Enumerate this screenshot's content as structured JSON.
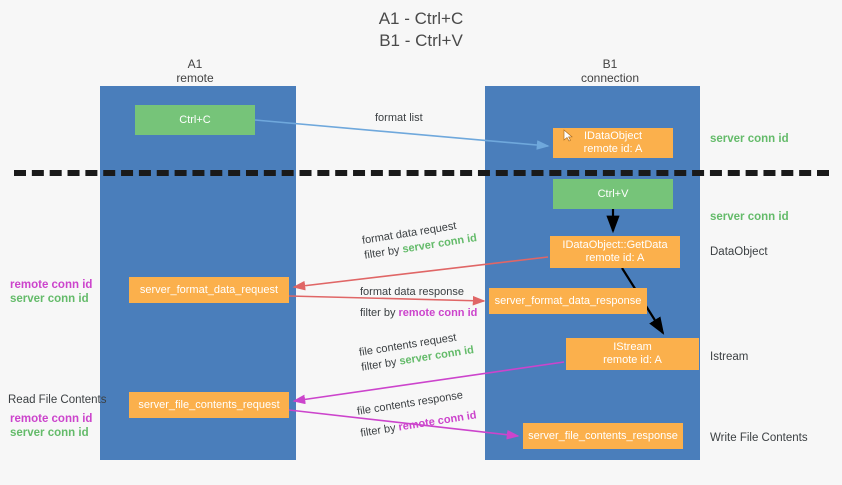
{
  "title": "A1 - Ctrl+C\nB1 - Ctrl+V",
  "lanes": {
    "a": {
      "header": "A1\nremote",
      "color": "#4a7ebb"
    },
    "b": {
      "header": "B1\nconnection",
      "color": "#4a7ebb"
    }
  },
  "colors": {
    "lane": "#4a7ebb",
    "green_node": "#76c479",
    "orange_node": "#fbb04c",
    "server_conn_text": "#64bb6a",
    "remote_conn_text": "#cc44cc",
    "divider": "#1a1a1a",
    "arrow_format_list": "#6fa8dc",
    "arrow_format_data": "#e06666",
    "arrow_file_contents": "#cc44cc",
    "arrow_internal": "#000000",
    "background": "#f7f7f7"
  },
  "nodes": {
    "ctrl_c": {
      "label": "Ctrl+C"
    },
    "idataobject": {
      "line1": "IDataObject",
      "line2": "remote id: A"
    },
    "ctrl_v": {
      "label": "Ctrl+V"
    },
    "getdata": {
      "line1": "IDataObject::GetData",
      "line2": "remote id: A"
    },
    "format_data_request": {
      "label": "server_format_data_request"
    },
    "format_data_response": {
      "label": "server_format_data_response"
    },
    "istream": {
      "line1": "IStream",
      "line2": "remote id: A"
    },
    "file_contents_request": {
      "label": "server_file_contents_request"
    },
    "file_contents_response": {
      "label": "server_file_contents_response"
    }
  },
  "messages": {
    "format_list": {
      "text": "format list"
    },
    "format_data_request": {
      "line1": "format data request",
      "filter_prefix": "filter by ",
      "filter_value": "server conn id"
    },
    "format_data_response": {
      "line1": "format data response",
      "filter_prefix": "filter by ",
      "filter_value": "remote conn id"
    },
    "file_contents_request": {
      "line1": "file contents request",
      "filter_prefix": "filter by ",
      "filter_value": "server conn id"
    },
    "file_contents_response": {
      "line1": "file contents response",
      "filter_prefix": "filter by ",
      "filter_value": "remote conn id"
    }
  },
  "annotations": {
    "right": {
      "server_conn_id_top": "server conn id",
      "server_conn_id_mid": "server conn id",
      "dataobject": "DataObject",
      "istream": "Istream",
      "write_file_contents": "Write File Contents"
    },
    "left": {
      "remote_conn_id_1": "remote conn id",
      "server_conn_id_1": "server conn id",
      "read_file_contents": "Read File Contents",
      "remote_conn_id_2": "remote conn id",
      "server_conn_id_2": "server conn id"
    }
  }
}
